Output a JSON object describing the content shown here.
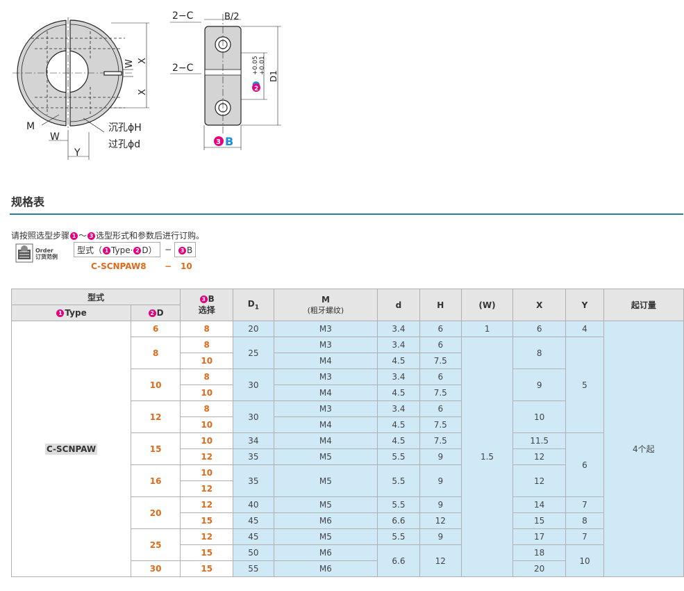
{
  "drawing": {
    "labels": {
      "c_chamfer_top": "2−C",
      "c_chamfer_mid": "2−C",
      "half_b": "B/2",
      "w_side": "W",
      "x_upper": "X",
      "x_lower": "X",
      "m": "M",
      "w_bottom": "W",
      "y": "Y",
      "counterbore": "沉孔ϕH",
      "through_hole": "过孔ϕd",
      "d_tol_upper": "+0.05",
      "d_tol_lower": "+0.01",
      "d_letter": "D",
      "d1": "D1",
      "b_letter": "B",
      "num_2": "2",
      "num_3": "3"
    }
  },
  "section": {
    "title": "规格表",
    "note_prefix": "请按照选型步骤",
    "note_n1": "1",
    "note_tilde": "～",
    "note_n3": "3",
    "note_suffix": "选型形式和参数后进行订购。"
  },
  "order_example": {
    "icon_label_1": "Order",
    "icon_label_2": "订货范例",
    "box_prefix": "型式（",
    "n1": "1",
    "type_word": "Type·",
    "n2": "2",
    "d_word": "D）",
    "dash": "−",
    "n3": "3",
    "b_word": "B",
    "example_type": "C-SCNPAW8",
    "example_dash": "−",
    "example_b": "10"
  },
  "table": {
    "header": {
      "group": "型式",
      "type_num": "1",
      "type": "Type",
      "d_num": "2",
      "d": "D",
      "b_num": "3",
      "b": "B",
      "b_sub": "选择",
      "d1_main": "D",
      "d1_sub": "1",
      "m": "M",
      "m_sub": "(粗牙螺纹)",
      "d_small": "d",
      "h": "H",
      "w": "(W)",
      "x": "X",
      "y": "Y",
      "moq": "起订量"
    },
    "type_value": "C-SCNPAW",
    "moq_value": "4个起",
    "w_first": "1",
    "w_rest": "1.5",
    "d_groups": [
      "6",
      "8",
      "10",
      "12",
      "15",
      "16",
      "20",
      "25",
      "30"
    ],
    "rows": [
      {
        "b": "8",
        "d1": "20",
        "m": "M3",
        "d": "3.4",
        "h": "6",
        "x": "6",
        "y": "4"
      },
      {
        "b": "8",
        "d1": "25",
        "m": "M3",
        "d": "3.4",
        "h": "6",
        "x": "8",
        "y": "5"
      },
      {
        "b": "10",
        "m": "M4",
        "d": "4.5",
        "h": "7.5"
      },
      {
        "b": "8",
        "d1": "30",
        "m": "M3",
        "d": "3.4",
        "h": "6",
        "x": "9"
      },
      {
        "b": "10",
        "m": "M4",
        "d": "4.5",
        "h": "7.5"
      },
      {
        "b": "8",
        "d1": "30",
        "m": "M3",
        "d": "3.4",
        "h": "6",
        "x": "10"
      },
      {
        "b": "10",
        "m": "M4",
        "d": "4.5",
        "h": "7.5"
      },
      {
        "b": "10",
        "d1": "34",
        "m": "M4",
        "d": "4.5",
        "h": "7.5",
        "x": "11.5",
        "y": "6"
      },
      {
        "b": "12",
        "d1": "35",
        "m": "M5",
        "d": "5.5",
        "h": "9",
        "x": "12"
      },
      {
        "b": "10",
        "d1": "35",
        "m": "M5",
        "d": "5.5",
        "h": "9",
        "x": "12"
      },
      {
        "b": "12"
      },
      {
        "b": "12",
        "d1": "40",
        "m": "M5",
        "d": "5.5",
        "h": "9",
        "x": "14",
        "y": "7"
      },
      {
        "b": "15",
        "d1": "45",
        "m": "M6",
        "d": "6.6",
        "h": "12",
        "x": "15",
        "y": "8"
      },
      {
        "b": "12",
        "d1": "45",
        "m": "M5",
        "d": "5.5",
        "h": "9",
        "x": "17",
        "y": "7"
      },
      {
        "b": "15",
        "d1": "50",
        "m": "M6",
        "d": "6.6",
        "h": "12",
        "x": "18",
        "y": "10"
      },
      {
        "b": "15",
        "d1": "55",
        "m": "M6",
        "x": "20"
      }
    ]
  }
}
